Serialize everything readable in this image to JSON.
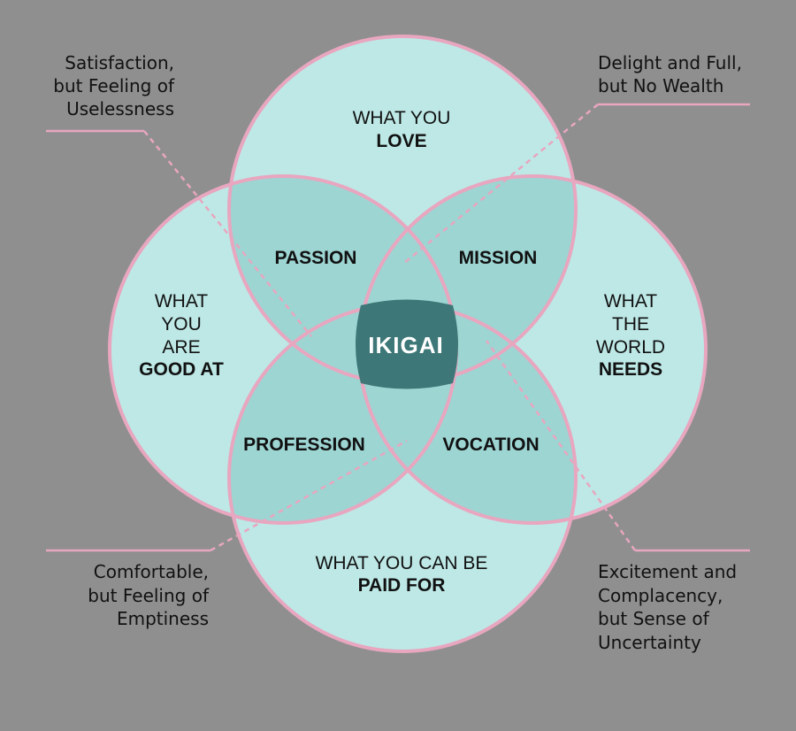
{
  "circles": {
    "love": {
      "line1": "WHAT YOU",
      "line2": "LOVE"
    },
    "good_at": {
      "line1": "WHAT",
      "line2": "YOU",
      "line3": "ARE",
      "line4": "GOOD AT"
    },
    "world_needs": {
      "line1": "WHAT",
      "line2": "THE",
      "line3": "WORLD",
      "line4": "NEEDS"
    },
    "paid_for": {
      "line1": "WHAT YOU CAN BE",
      "line2": "PAID FOR"
    }
  },
  "overlaps": {
    "passion": "PASSION",
    "mission": "MISSION",
    "profession": "PROFESSION",
    "vocation": "VOCATION"
  },
  "center": "IKIGAI",
  "notes": {
    "top_left": [
      "Satisfaction,",
      "but Feeling of",
      "Uselessness"
    ],
    "top_right": [
      "Delight and Full,",
      "but No Wealth"
    ],
    "bottom_left": [
      "Comfortable,",
      "but Feeling of",
      "Emptiness"
    ],
    "bottom_right": [
      "Excitement and",
      "Complacency,",
      "but Sense of",
      "Uncertainty"
    ]
  },
  "colors": {
    "background": "#8f8f8f",
    "circle_fill": "#bde8e6",
    "overlap_fill": "#9dd5d3",
    "circle_stroke": "#e8a6bf",
    "center_fill": "#3e7777",
    "note_line": "#e8a6bf"
  }
}
